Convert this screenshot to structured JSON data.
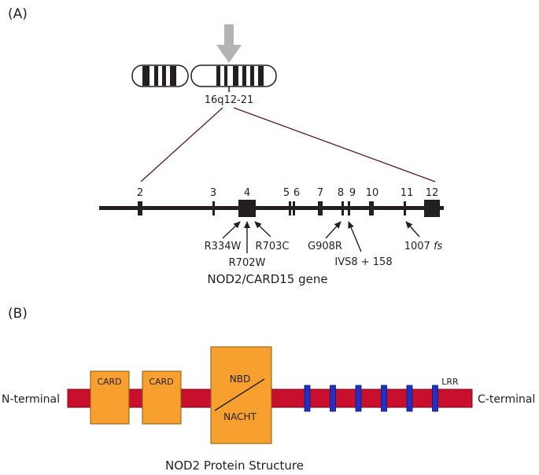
{
  "panel_a": {
    "label": "(A)",
    "chromosome_band": "16q12-21",
    "exons": [
      "2",
      "3",
      "4",
      "5",
      "6",
      "7",
      "8",
      "9",
      "10",
      "11",
      "12"
    ],
    "mutations": {
      "r334w": "R334W",
      "r702w": "R702W",
      "r703c": "R703C",
      "g908r": "G908R",
      "ivs8": "IVS8 + 158",
      "fs_num": "1007",
      "fs_suffix": "fs"
    },
    "gene_title": "NOD2/CARD15 gene"
  },
  "panel_b": {
    "label": "(B)",
    "n_terminal": "N-terminal",
    "c_terminal": "C-terminal",
    "card1": "CARD",
    "card2": "CARD",
    "nbd": "NBD",
    "nacht": "NACHT",
    "lrr": "LRR",
    "lrr_count": 6,
    "title": "NOD2 Protein Structure"
  },
  "colors": {
    "backbone": "#c8102e",
    "domain": "#f7a030",
    "lrr": "#2230c8",
    "arrow": "#b3b3b3",
    "ink": "#231f20"
  }
}
